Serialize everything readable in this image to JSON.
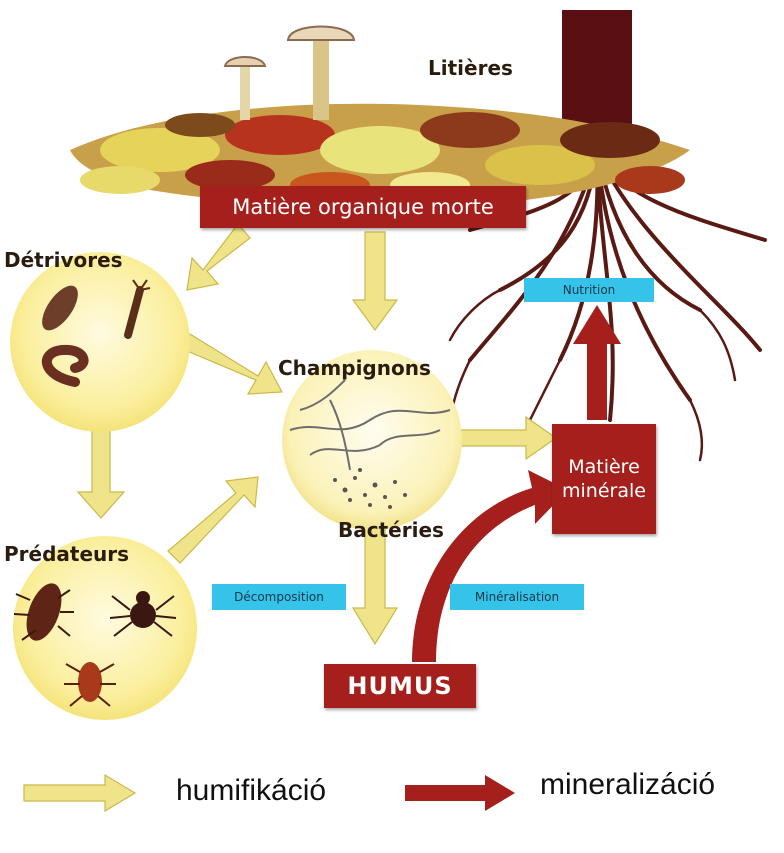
{
  "labels": {
    "litter": "Litières",
    "dead_matter": "Matière organique morte",
    "detritivores": "Détrivores",
    "fungi": "Champignons",
    "bacteria": "Bactéries",
    "predators": "Prédateurs",
    "mineral_line1": "Matière",
    "mineral_line2": "minérale",
    "humus": "HUMUS"
  },
  "tags": {
    "nutrition": "Nutrition",
    "decomposition": "Décomposition",
    "mineralisation": "Minéralisation"
  },
  "legend": {
    "humification": "humifikáció",
    "mineralization": "mineralizáció"
  },
  "colors": {
    "humification_arrow": "#efe48a",
    "mineralization_arrow": "#a5201c",
    "tag_blue": "#35c3ea",
    "circle_fill": "#fbf0a8"
  }
}
